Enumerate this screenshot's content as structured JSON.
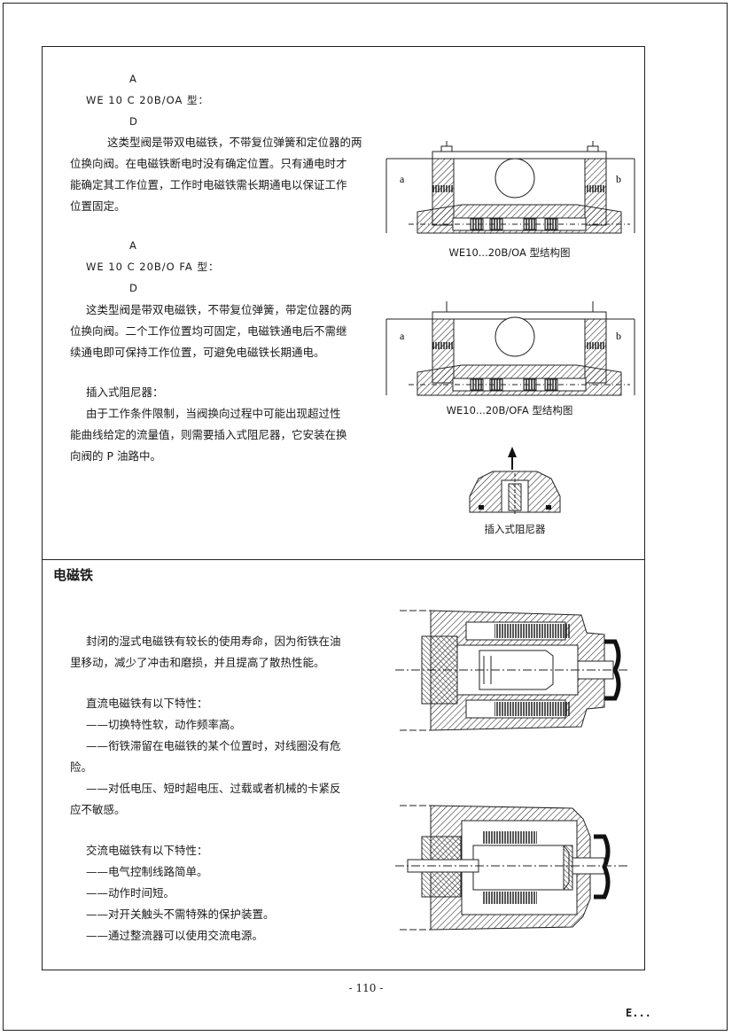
{
  "sections": {
    "top": {
      "model_oa": {
        "line_a": "A",
        "line_main": "WE 10 C 20B/OA 型：",
        "line_d": "D"
      },
      "text_oa": [
        "这类型阀是带双电磁铁，不带复位弹簧和定位器的两",
        "位换向阀。在电磁铁断电时没有确定位置。只有通电时才",
        "能确定其工作位置，工作时电磁铁需长期通电以保证工作",
        "位置固定。"
      ],
      "model_ofa": {
        "line_a": "A",
        "line_main": "WE 10 C 20B/O FA 型：",
        "line_d": "D"
      },
      "text_ofa": [
        "这类型阀是带双电磁铁，不带复位弹簧，带定位器的两",
        "位换向阀。二个工作位置均可固定，电磁铁通电后不需继",
        "续通电即可保持工作位置，可避免电磁铁长期通电。"
      ],
      "damper_heading": "插入式阻尼器：",
      "damper_text": [
        "由于工作条件限制，当阀换向过程中可能出现超过性",
        "能曲线给定的流量值，则需要插入式阻尼器，它安装在换",
        "向阀的 P 油路中。"
      ],
      "figures": {
        "oa": {
          "caption": "WE10...20B/OA 型结构图",
          "label_a": "a",
          "label_b": "b"
        },
        "ofa": {
          "caption": "WE10...20B/OFA 型结构图",
          "label_a": "a",
          "label_b": "b"
        },
        "damper": {
          "caption": "插入式阻尼器"
        }
      }
    },
    "solenoid": {
      "title": "电磁铁",
      "intro": [
        "封闭的湿式电磁铁有较长的使用寿命，因为衔铁在油",
        "里移动，减少了冲击和磨损，并且提高了散热性能。"
      ],
      "dc_heading": "直流电磁铁有以下特性：",
      "dc_items": [
        "——切换特性软，动作频率高。",
        "——衔铁滞留在电磁铁的某个位置时，对线圈没有危",
        "险。",
        "——对低电压、短时超电压、过载或者机械的卡紧反",
        "应不敏感。"
      ],
      "ac_heading": "交流电磁铁有以下特性：",
      "ac_items": [
        "——电气控制线路简单。",
        "——动作时间短。",
        "——对开关触头不需特殊的保护装置。",
        "——通过整流器可以使用交流电源。"
      ]
    }
  },
  "footer": {
    "page_number": "- 110 -",
    "logo": "E..."
  }
}
